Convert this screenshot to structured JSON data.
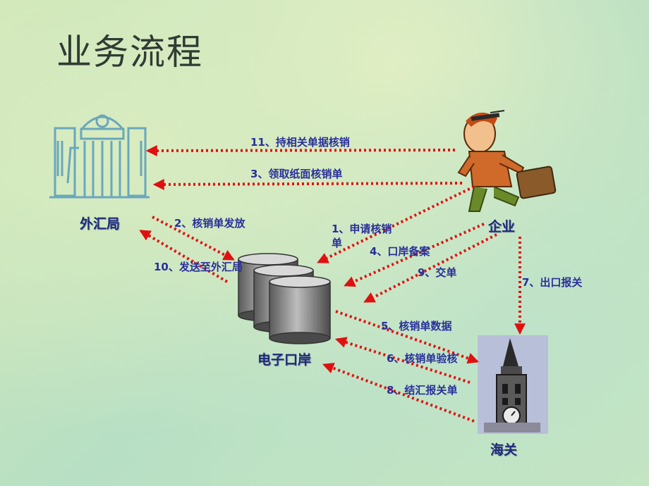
{
  "title": "业务流程",
  "nodes": {
    "bureau": "外汇局",
    "enterprise": "企业",
    "port": "电子口岸",
    "customs": "海关"
  },
  "steps": {
    "s11": "11、持相关单据核销",
    "s3": "3、领取纸面核销单",
    "s2": "2、核销单发放",
    "s1a": "1、申请核销",
    "s1b": "单",
    "s10": "10、发送至外汇局",
    "s4": "4、口岸备案",
    "s9": "9、交单",
    "s7": "7、出口报关",
    "s5": "5、核销单数据",
    "s6": "6、核销单验核",
    "s8": "8、结汇报关单"
  },
  "colors": {
    "arrow": "#e01010",
    "label": "#2a2f9a",
    "node_label": "#1f2a7a"
  }
}
